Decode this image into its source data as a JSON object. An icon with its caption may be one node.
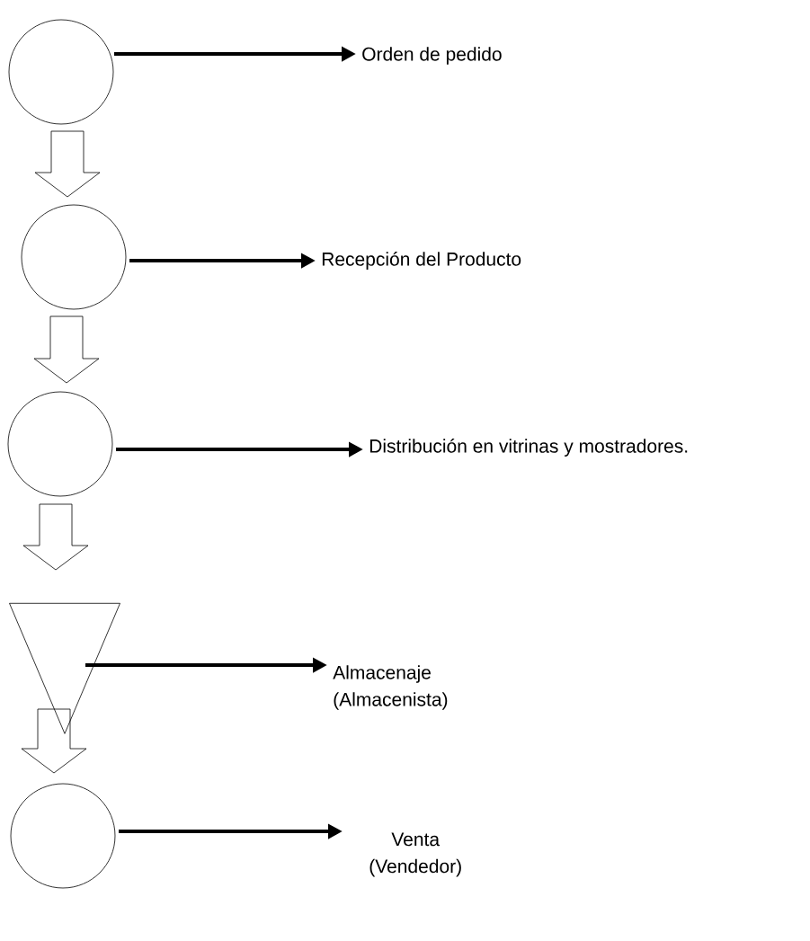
{
  "diagram": {
    "nodes": [
      {
        "text": [],
        "shape": "circle"
      },
      {
        "text": [
          "Orden de pedido"
        ]
      },
      {
        "text": [],
        "shape": "circle"
      },
      {
        "text": [
          "Recepción del Producto"
        ]
      },
      {
        "text": [],
        "shape": "circle"
      },
      {
        "text": [
          "Distribución en vitrinas y mostradores."
        ]
      },
      {
        "text": [],
        "shape": "triangle"
      },
      {
        "text": [
          "Almacenaje (Almacenista)"
        ]
      },
      {
        "text": [],
        "shape": "circle"
      },
      {
        "text": [
          "Venta (Vendedor)"
        ]
      }
    ],
    "edges": [
      {
        "from": 0,
        "to": 1,
        "arrow": "to"
      },
      {
        "from": 0,
        "to": 2,
        "arrow": "to"
      },
      {
        "from": 2,
        "to": 3,
        "arrow": "to"
      },
      {
        "from": 2,
        "to": 4,
        "arrow": "to"
      },
      {
        "from": 4,
        "to": 5,
        "arrow": "to"
      },
      {
        "from": 4,
        "to": 6,
        "arrow": "to"
      },
      {
        "from": 6,
        "to": 7,
        "arrow": "to"
      },
      {
        "from": 6,
        "to": 8,
        "arrow": "to"
      },
      {
        "from": 8,
        "to": 9,
        "arrow": "to"
      }
    ]
  }
}
